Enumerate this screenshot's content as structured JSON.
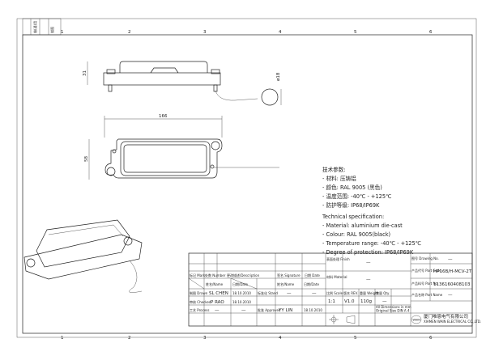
{
  "frame": {
    "zone_numbers": [
      "1",
      "2",
      "3",
      "4",
      "5",
      "6"
    ],
    "corner_labels": [
      "借(通)用",
      "描图"
    ]
  },
  "dimensions": {
    "height_side": "31",
    "loop_diameter": "ø18",
    "length": "166",
    "width": "58"
  },
  "spec_cn": {
    "title": "技术参数:",
    "lines": [
      "- 材料: 压铸铝",
      "- 颜色: RAL 9005 (黑色)",
      "- 温度范围: -40℃ - +125℃",
      "- 防护等级: IP68/IP69K"
    ]
  },
  "spec_en": {
    "title": "Technical specification:",
    "lines": [
      "- Material: aluminium die-cast",
      "- Colour: RAL 9005(black)",
      "- Temperature range: -40℃ - +125℃",
      "- Degree of protection: IP68/IP69K"
    ]
  },
  "title_block": {
    "mark": "标记 Mark",
    "number": "处数 Number",
    "description": "更改描述/Description",
    "signature": "签名 Signature",
    "date": "日期 Date",
    "name_date_1": "姓名/Name",
    "date_1": "日期/Date",
    "name_date_2": "姓名/Name",
    "date_2": "日期/Date",
    "drawn": "制图 Drawn",
    "drawn_name": "SL CHEN",
    "drawn_date": "18.10.2010",
    "checked": "审核 Checked",
    "checked_name": "P RAO",
    "checked_date": "18.10.2010",
    "process": "工艺 Process",
    "process_name": "—",
    "process_date": "—",
    "stand": "标准化 Stand",
    "stand_name": "—",
    "stand_date": "—",
    "approved": "批准 Approved",
    "approved_name": "YY LIN",
    "approved_date": "18.10.2010",
    "finish": "表面处理 Finish",
    "finish_value": "—",
    "material": "材料 Material",
    "material_value": "—",
    "scale": "比例 Scale",
    "scale_value": "1:1",
    "rev": "版本 REV.",
    "rev_value": "V1.0",
    "weight": "重量 Weight",
    "weight_value": "110g",
    "qty": "数量 Qty.",
    "qty_value": "—",
    "drawing_no": "图号 Drawing No.",
    "drawing_no_value": "—",
    "part_code": "产品代号 Part Code",
    "part_code_value": "HP16B/H-MCV-2T",
    "part_no": "产品料号 Part No.",
    "part_no_value": "1136160408103",
    "part_name": "产品名称 Part Name",
    "part_name_value": "—",
    "dimensions_note": "All Dimensions in mm",
    "original_size": "Original Size DIN A 4",
    "company_cn": "厦门唯恩电气有限公司",
    "company_en": "XIAMEN WAIN ELECTRICAL CO.,LTD.",
    "logo": "WAIN"
  }
}
